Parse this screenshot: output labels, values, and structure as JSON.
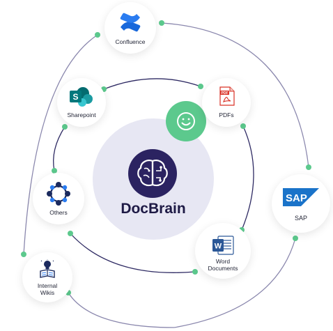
{
  "center": {
    "title": "DocBrain"
  },
  "nodes": {
    "confluence": {
      "label": "Confluence"
    },
    "sharepoint": {
      "label": "Sharepoint"
    },
    "pdfs": {
      "label": "PDFs"
    },
    "others": {
      "label": "Others"
    },
    "sap": {
      "label": "SAP"
    },
    "word": {
      "label": "Word\nDocuments"
    },
    "wikis": {
      "label": "Internal\nWikis"
    }
  },
  "icons": {
    "confluence": "confluence-icon",
    "sharepoint": "sharepoint-icon",
    "pdfs": "pdf-icon",
    "others": "network-icon",
    "sap": "sap-icon",
    "word": "word-icon",
    "wikis": "lightbulb-book-icon",
    "center": "brain-icon",
    "status": "smiley-icon"
  },
  "logo_text": {
    "sharepoint": "S",
    "pdfs": "PDF",
    "sap": "SAP",
    "word": "W"
  },
  "colors": {
    "connector_outer": "#8a87ad",
    "connector_inner": "#2e2a63",
    "dot": "#5cc98d",
    "core_bg": "#e7e7f3",
    "brain_bg": "#2b2361",
    "confluence_blue": "#1868db",
    "sap_blue": "#1a73c9",
    "word_blue": "#2b5797",
    "pdf_red": "#d93025",
    "sharepoint_teal": "#038387"
  }
}
